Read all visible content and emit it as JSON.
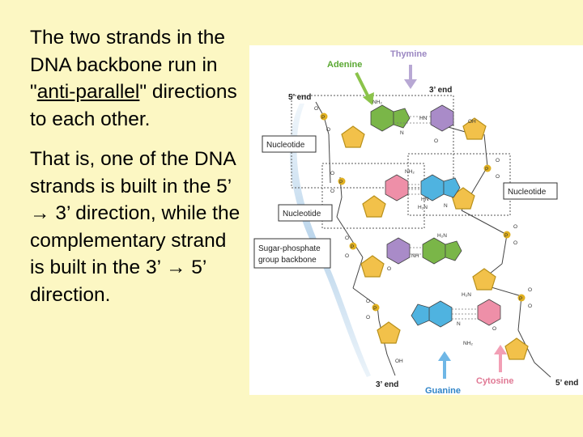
{
  "text": {
    "p1": {
      "before": "The two strands in the DNA backbone run in \"",
      "link": "anti-parallel",
      "after": "\" directions to each other."
    },
    "p2": {
      "a": "That is, one of the DNA strands is built in the 5’",
      "b": "3’ direction, while the complementary strand is built in the 3’",
      "c": "5’ direction."
    }
  },
  "figure": {
    "labels": {
      "adenine": "Adenine",
      "thymine": "Thymine",
      "guanine": "Guanine",
      "cytosine": "Cytosine",
      "end_5_top": "5’ end",
      "end_3_top": "3’ end",
      "end_3_bottom": "3’ end",
      "end_5_bottom": "5’ end",
      "nucleotide_1": "Nucleotide",
      "nucleotide_2": "Nucleotide",
      "nucleotide_3": "Nucleotide",
      "backbone_line1": "Sugar-phosphate",
      "backbone_line2": "group backbone"
    },
    "atoms": {
      "P": "P",
      "O": "O",
      "OH": "OH",
      "N": "N",
      "NH2": "NH₂",
      "H2N": "H₂N",
      "HN": "HN",
      "NH": "NH"
    },
    "colors": {
      "adenine": "#7ab648",
      "thymine": "#a98bc8",
      "guanine": "#4fb3e0",
      "cytosine": "#ee8fa8",
      "sugar": "#f2c14a",
      "phosphate": "#e0b020",
      "arrow_adenine": "#8bc34a",
      "arrow_thymine": "#b8a8d4",
      "arrow_guanine": "#6fb7e6",
      "arrow_cytosine": "#f29fb5",
      "label_adenine": "#5aa832",
      "label_thymine": "#9b87c2",
      "label_guanine": "#2f84c8",
      "label_cytosine": "#e07894"
    }
  }
}
